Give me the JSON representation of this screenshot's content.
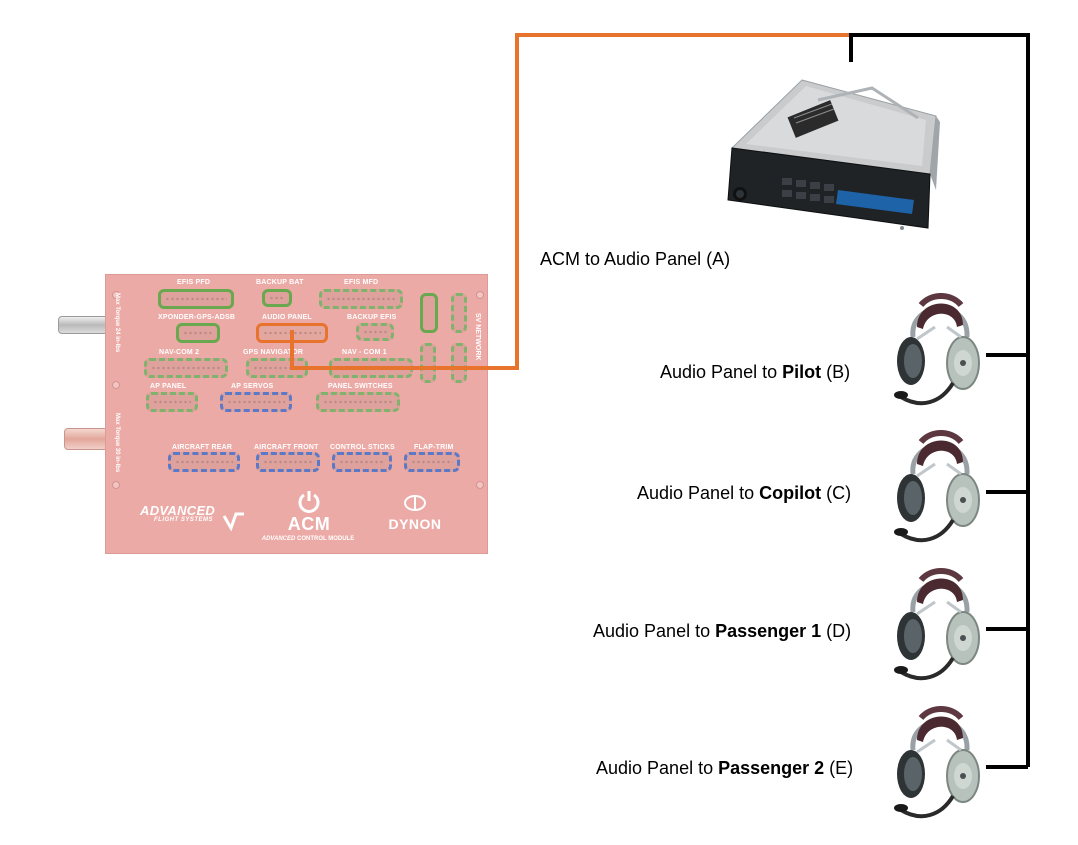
{
  "board": {
    "connectors": {
      "efis_pfd": "EFIS PFD",
      "backup_bat": "BACKUP BAT",
      "efis_mfd": "EFIS MFD",
      "xponder": "XPONDER-GPS-ADSB",
      "audio_panel": "AUDIO PANEL",
      "backup_efis": "BACKUP EFIS",
      "nav_com2": "NAV-COM 2",
      "gps_navigator": "GPS NAVIGATOR",
      "nav_com1": "NAV - COM 1",
      "ap_panel": "AP PANEL",
      "ap_servos": "AP SERVOS",
      "panel_switches": "PANEL SWITCHES",
      "aircraft_rear": "AIRCRAFT REAR",
      "aircraft_front": "AIRCRAFT FRONT",
      "control_sticks": "CONTROL STICKS",
      "flap_trim": "FLAP-TRIM",
      "sv_network": "SV NETWORK"
    },
    "side_labels": {
      "torque_top": "Max Torque 24 in-lbs",
      "torque_bottom": "Max Torque 30 in-lbs"
    },
    "logos": {
      "afs_top": "ADVANCED",
      "afs_bottom": "FLIGHT SYSTEMS",
      "acm": "ACM",
      "acm_tagline_bold": "ADVANCED",
      "acm_tagline_rest": " CONTROL MODULE",
      "dynon": "DYNON"
    }
  },
  "captions": {
    "a": {
      "text": "ACM to Audio Panel (A)"
    },
    "b": {
      "prefix": "Audio Panel to ",
      "bold": "Pilot",
      "suffix": " (B)"
    },
    "c": {
      "prefix": "Audio Panel to ",
      "bold": "Copilot",
      "suffix": " (C)"
    },
    "d": {
      "prefix": "Audio Panel to ",
      "bold": "Passenger 1",
      "suffix": " (D)"
    },
    "e": {
      "prefix": "Audio Panel to ",
      "bold": "Passenger 2",
      "suffix": " (E)"
    }
  },
  "colors": {
    "acm_to_audio_wire": "#e8732d",
    "audio_to_headset_wire": "#000000",
    "connected_connector": "#6aa84f",
    "other_connector": "#5b79c6",
    "board": "#ecaaa6"
  }
}
